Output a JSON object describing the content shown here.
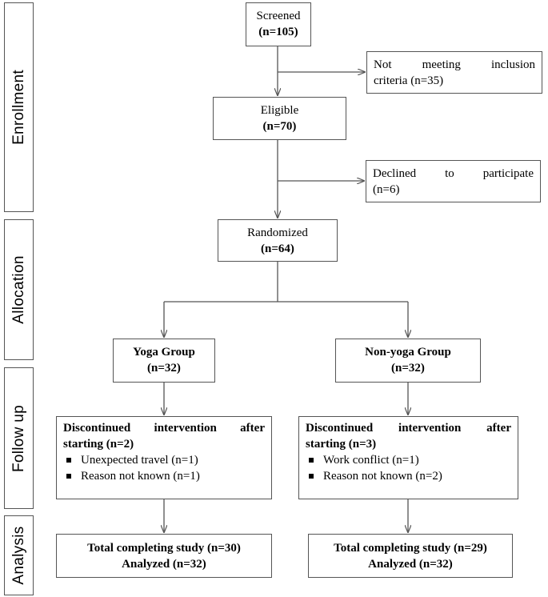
{
  "stages": {
    "enrollment": "Enrollment",
    "allocation": "Allocation",
    "follow_up": "Follow up",
    "analysis": "Analysis"
  },
  "screened": {
    "label": "Screened",
    "count": "(n=105)"
  },
  "excluded": {
    "line1": "Not meeting inclusion",
    "line2": "criteria (n=35)"
  },
  "eligible": {
    "label": "Eligible",
    "count": "(n=70)"
  },
  "declined": {
    "line1": "Declined to participate",
    "line2": "(n=6)"
  },
  "randomized": {
    "label": "Randomized",
    "count": "(n=64)"
  },
  "yoga": {
    "group": {
      "label": "Yoga Group",
      "count": "(n=32)"
    },
    "followup": {
      "title_line1": "Discontinued intervention after",
      "title_line2": "starting (n=2)",
      "reasons": [
        "Unexpected travel (n=1)",
        "Reason not known (n=1)"
      ]
    },
    "analysis": {
      "line1": "Total completing study (n=30)",
      "line2": "Analyzed (n=32)"
    }
  },
  "nonyoga": {
    "group": {
      "label": "Non-yoga Group",
      "count": "(n=32)"
    },
    "followup": {
      "title_line1": "Discontinued intervention after",
      "title_line2": "starting (n=3)",
      "reasons": [
        "Work conflict (n=1)",
        "Reason not known (n=2)"
      ]
    },
    "analysis": {
      "line1": "Total completing study (n=29)",
      "line2": "Analyzed (n=32)"
    }
  },
  "colors": {
    "border": "#555555",
    "text": "#000000",
    "background": "#ffffff"
  }
}
